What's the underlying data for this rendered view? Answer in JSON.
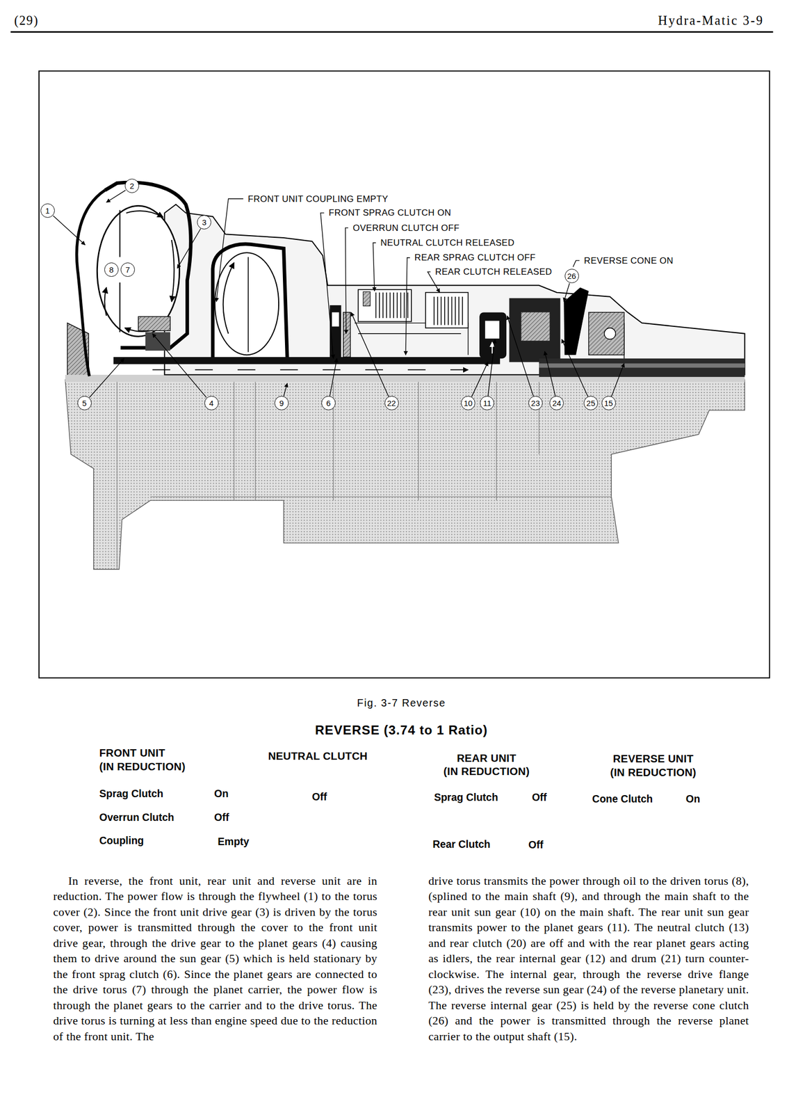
{
  "diagram": {
    "title": "REVERSE (3.74 to 1 Ratio)",
    "caption": "Fig. 3-7 Reverse",
    "nodes": [
      {
        "text": [
          "1"
        ]
      },
      {
        "text": [
          "2"
        ]
      },
      {
        "text": [
          "3"
        ]
      },
      {
        "text": [
          "8"
        ]
      },
      {
        "text": [
          "7"
        ]
      },
      {
        "text": [
          "26"
        ]
      },
      {
        "text": [
          "5"
        ]
      },
      {
        "text": [
          "4"
        ]
      },
      {
        "text": [
          "9"
        ]
      },
      {
        "text": [
          "6"
        ]
      },
      {
        "text": [
          "22"
        ]
      },
      {
        "text": [
          "10"
        ]
      },
      {
        "text": [
          "11"
        ]
      },
      {
        "text": [
          "23"
        ]
      },
      {
        "text": [
          "24"
        ]
      },
      {
        "text": [
          "25"
        ]
      },
      {
        "text": [
          "15"
        ]
      }
    ],
    "labels": [
      "(29)",
      "Hydra-Matic 3-9",
      "FRONT UNIT COUPLING EMPTY",
      "FRONT SPRAG CLUTCH ON",
      "OVERRUN CLUTCH OFF",
      "NEUTRAL CLUTCH RELEASED",
      "REAR SPRAG CLUTCH OFF",
      "REAR CLUTCH RELEASED",
      "REVERSE CONE ON",
      "FRONT UNIT",
      "(IN REDUCTION)",
      "NEUTRAL CLUTCH",
      "REAR UNIT",
      "(IN REDUCTION)",
      "REVERSE UNIT",
      "(IN REDUCTION)",
      "Sprag Clutch",
      "On",
      "Off",
      "Sprag Clutch",
      "Off",
      "Cone Clutch",
      "On",
      "Overrun Clutch",
      "Off",
      "Coupling",
      "Empty",
      "Rear Clutch",
      "Off",
      "In reverse, the front unit, rear unit and reverse unit are in reduction. The power flow is through the flywheel (1) to the torus cover (2). Since the front unit drive gear (3) is driven by the torus cover, power is transmitted through the cover to the front unit drive gear, through the drive gear to the planet gears (4) causing them to drive around the sun gear (5) which is held stationary by the front sprag clutch (6). Since the planet gears are connected to the drive torus (7) through the planet carrier, the power flow is through the planet gears to the carrier and to the drive torus. The drive torus is turning at less than engine speed due to the reduction of the front unit. The",
      "drive torus transmits the power through oil to the driven torus (8), (splined to the main shaft (9), and through the main shaft to the rear unit sun gear (10) on the main shaft. The rear unit sun gear transmits power to the planet gears (11). The neutral clutch (13) and rear clutch (20) are off and with the rear planet gears acting as idlers, the rear internal gear (12) and drum (21) turn counter-clockwise. The internal gear, through the reverse drive flange (23), drives the reverse sun gear (24) of the reverse planetary unit. The reverse internal gear (25) is held by the reverse cone clutch (26) and the power is transmitted through the reverse planet carrier to the output shaft (15)."
    ]
  }
}
